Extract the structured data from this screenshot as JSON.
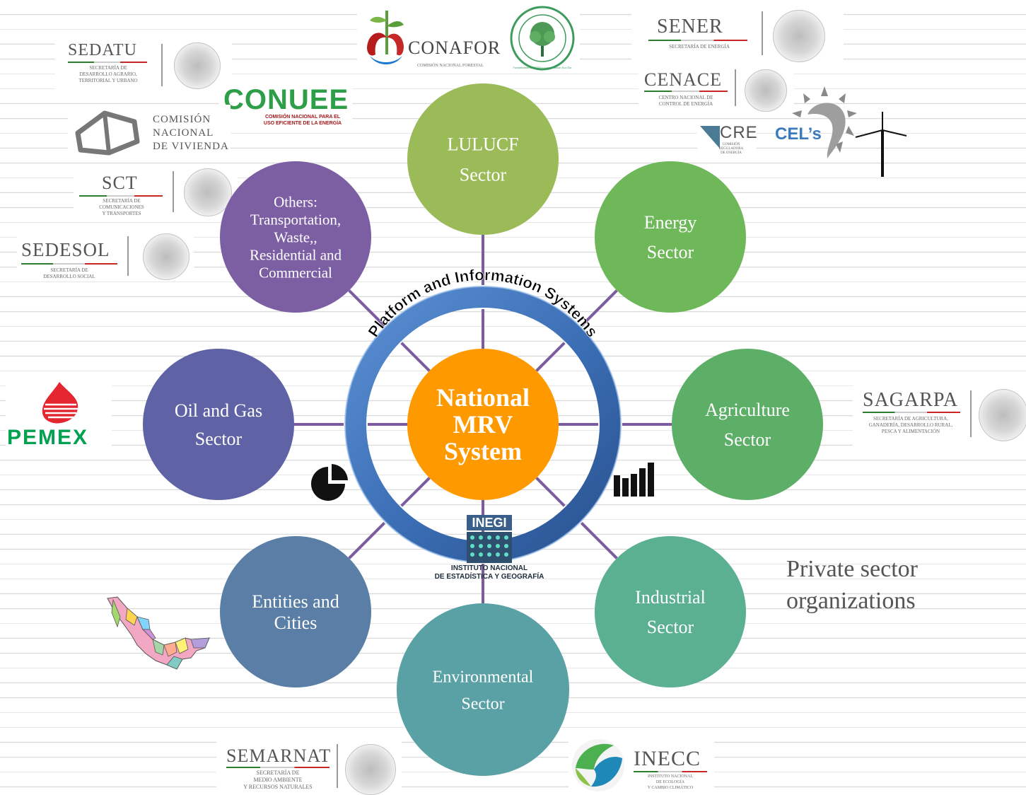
{
  "center": {
    "label": [
      "National",
      "MRV",
      "System"
    ]
  },
  "ring": {
    "label": "Platform and Information Systems"
  },
  "sectors": [
    {
      "id": "lulucf",
      "lines": [
        "LULUCF",
        "Sector"
      ],
      "color": "#9bbb59"
    },
    {
      "id": "energy",
      "lines": [
        "Energy",
        "Sector"
      ],
      "color": "#6fb85a"
    },
    {
      "id": "agriculture",
      "lines": [
        "Agriculture",
        "Sector"
      ],
      "color": "#5daf68"
    },
    {
      "id": "industrial",
      "lines": [
        "Industrial",
        "Sector"
      ],
      "color": "#5bb092"
    },
    {
      "id": "environmental",
      "lines": [
        "Environmental",
        "Sector"
      ],
      "color": "#5aa1a5"
    },
    {
      "id": "entities",
      "lines": [
        "Entities and",
        "Cities"
      ],
      "color": "#5a7ea5"
    },
    {
      "id": "oilgas",
      "lines": [
        "Oil and Gas",
        "Sector"
      ],
      "color": "#5f63a6"
    },
    {
      "id": "others",
      "lines": [
        "Others:",
        "Transportation,",
        "Waste,,",
        "Residential and",
        "Commercial"
      ],
      "color": "#7c5fa3"
    }
  ],
  "private_sector": "Private sector\norganizations",
  "logos": {
    "sedatu": {
      "name": "SEDATU",
      "sub": "SECRETARÍA DE\nDESARROLLO AGRARIO,\nTERRITORIAL Y URBANO"
    },
    "conafor": {
      "name": "CONAFOR",
      "sub": "COMISIÓN NACIONAL FORESTAL",
      "badge_text": "Fortalecimiento REDD+ y cooperación Sur-Sur"
    },
    "sener": {
      "name": "SENER",
      "sub": "SECRETARÍA DE ENERGÍA"
    },
    "cenace": {
      "name": "CENACE",
      "sub": "CENTRO NACIONAL DE\nCONTROL DE ENERGÍA"
    },
    "conuee": {
      "name": "CONUEE",
      "sub": "COMISIÓN NACIONAL PARA EL\nUSO EFICIENTE DE LA ENERGÍA"
    },
    "conavi": {
      "name": "COMISIÓN\nNACIONAL\nDE VIVIENDA"
    },
    "cre": {
      "name": "CRE",
      "sub": "COMISIÓN\nREGULADORA\nDE ENERGÍA"
    },
    "cels": {
      "name": "CEL’s"
    },
    "sct": {
      "name": "SCT",
      "sub": "SECRETARÍA DE\nCOMUNICACIONES\nY TRANSPORTES"
    },
    "sedesol": {
      "name": "SEDESOL",
      "sub": "SECRETARÍA DE\nDESARROLLO SOCIAL"
    },
    "pemex": {
      "name": "PEMEX"
    },
    "sagarpa": {
      "name": "SAGARPA",
      "sub": "SECRETARÍA DE AGRICULTURA,\nGANADERÍA, DESARROLLO RURAL,\nPESCA Y ALIMENTACIÓN"
    },
    "inegi": {
      "name": "INEGI",
      "sub": "INSTITUTO NACIONAL\nDE ESTADÍSTICA Y GEOGRAFÍA"
    },
    "semarnat": {
      "name": "SEMARNAT",
      "sub": "SECRETARÍA DE\nMEDIO AMBIENTE\nY RECURSOS NATURALES"
    },
    "inecc": {
      "name": "INECC",
      "sub": "INSTITUTO NACIONAL\nDE ECOLOGÍA\nY CAMBIO CLIMÁTICO"
    }
  },
  "icons": {
    "pie": "pie-chart-icon",
    "bars": "bar-chart-icon",
    "map": "mexico-map-icon",
    "wind": "wind-turbine-icon",
    "sun": "sun-icon",
    "seal": "mexican-seal-icon",
    "house": "house-outline-icon"
  },
  "colors": {
    "center": "#ff9900",
    "ring": "#3f73b8",
    "connector": "#7b5c9e",
    "pemex_green": "#00a150",
    "pemex_red": "#e3262f",
    "cels_blue": "#3a7bbf"
  }
}
